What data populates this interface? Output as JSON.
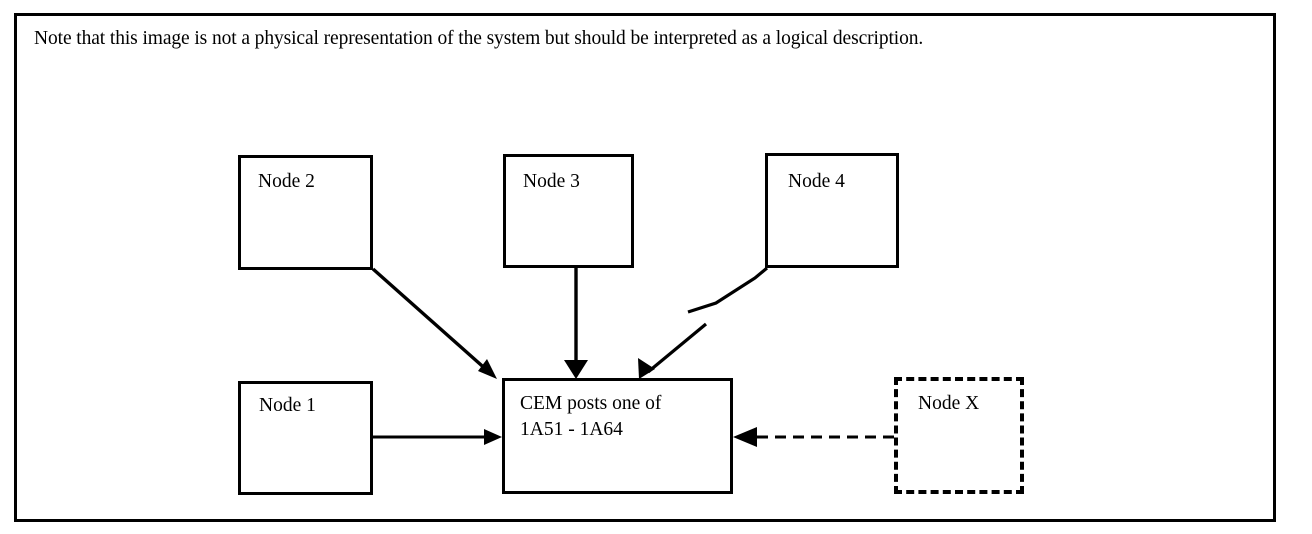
{
  "diagram": {
    "caption": "Note that this image is not a physical representation of the system but should be interpreted as a logical description.",
    "border_color": "#000000",
    "background_color": "#ffffff",
    "nodes": [
      {
        "id": "node1",
        "label": "Node 1",
        "style": "solid"
      },
      {
        "id": "node2",
        "label": "Node 2",
        "style": "solid"
      },
      {
        "id": "node3",
        "label": "Node 3",
        "style": "solid"
      },
      {
        "id": "node4",
        "label": "Node 4",
        "style": "solid"
      },
      {
        "id": "cem",
        "label_line1": "CEM posts one of",
        "label_line2": "1A51 - 1A64",
        "style": "solid"
      },
      {
        "id": "nodex",
        "label": "Node X",
        "style": "dashed"
      }
    ],
    "connections": [
      {
        "from": "node1",
        "to": "cem",
        "style": "solid",
        "arrow": "to-cem",
        "direction": "right"
      },
      {
        "from": "node2",
        "to": "cem",
        "style": "solid",
        "arrow": "to-cem",
        "direction": "diagonal-down-right"
      },
      {
        "from": "node3",
        "to": "cem",
        "style": "solid",
        "arrow": "to-cem",
        "direction": "down"
      },
      {
        "from": "node4",
        "to": "cem",
        "style": "solid-broken",
        "arrow": "to-cem",
        "direction": "diagonal-down-left"
      },
      {
        "from": "nodex",
        "to": "cem",
        "style": "dashed",
        "arrow": "to-cem",
        "direction": "left"
      }
    ]
  }
}
